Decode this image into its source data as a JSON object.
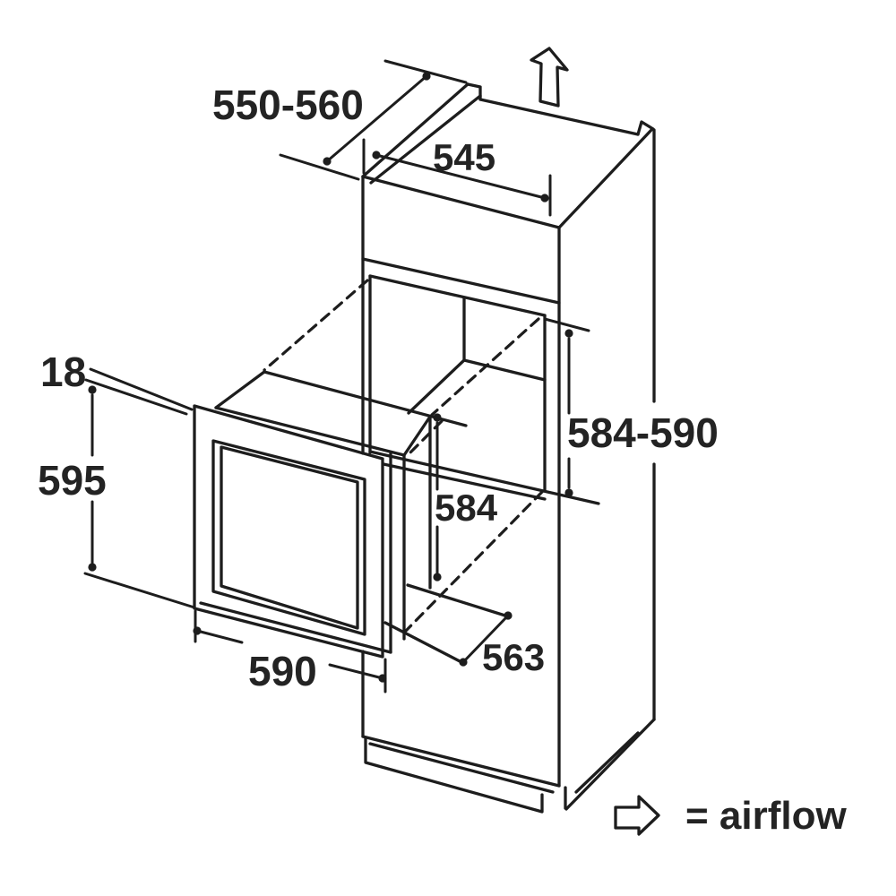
{
  "diagram": {
    "title": "built-in appliance installation drawing",
    "units": "mm",
    "colors": {
      "line": "#1d1d1d",
      "background": "#ffffff",
      "text": "#232323"
    }
  },
  "dimensions": {
    "cabinet_top_depth": {
      "value": "550-560"
    },
    "top_clearance_depth": {
      "value": "545"
    },
    "door_thickness": {
      "value": "18"
    },
    "door_height": {
      "value": "595"
    },
    "niche_height": {
      "value": "584-590"
    },
    "appliance_height": {
      "value": "584"
    },
    "appliance_width": {
      "value": "590"
    },
    "appliance_depth": {
      "value": "563"
    }
  },
  "legend": {
    "text": "= airflow"
  }
}
